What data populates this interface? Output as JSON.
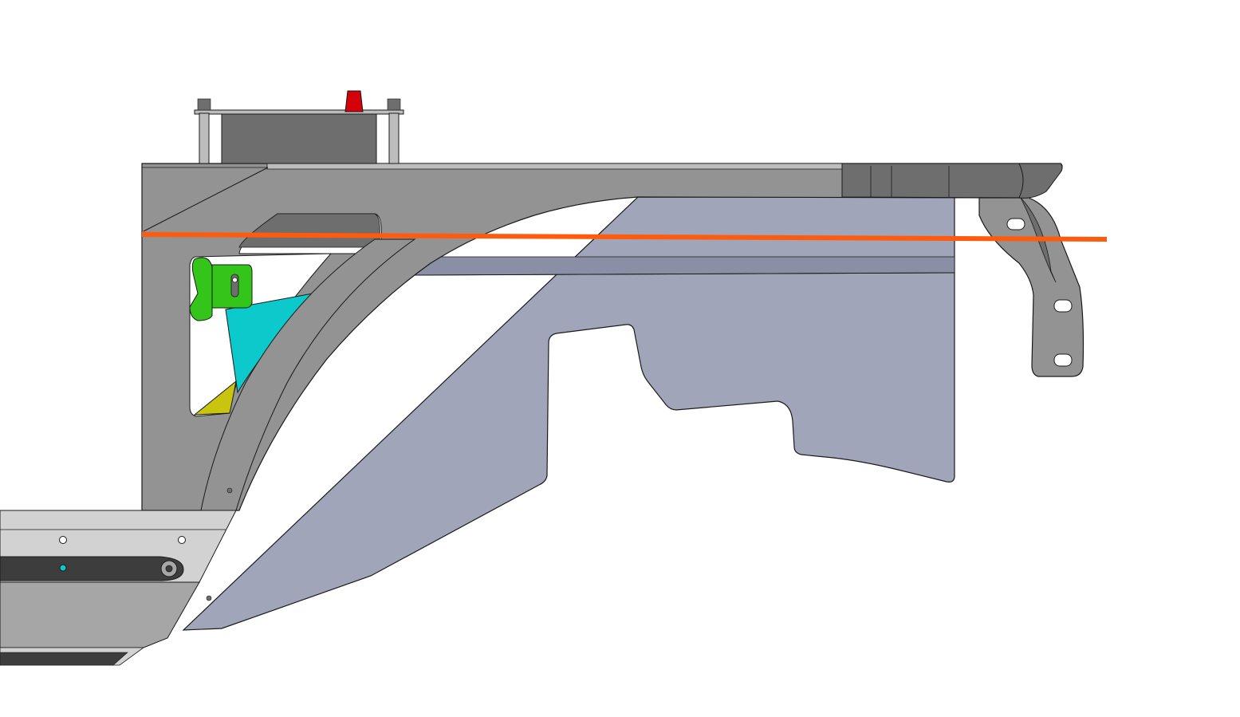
{
  "view": {
    "background": "#ffffff"
  },
  "colors": {
    "frame_gray": "#939393",
    "frame_dark": "#6e6e6e",
    "frame_light": "#bdbdbd",
    "panel_lavender": "#a0a5ba",
    "bracket_green": "#33c51a",
    "wedge_cyan": "#0ccacb",
    "wedge_yellow": "#c9c40e",
    "cap_red": "#d4000a",
    "reference_line": "#ff5a0d",
    "rail_light": "#d2d2d2",
    "rail_mid": "#a6a6a6",
    "rail_dark": "#3d3d3d",
    "outline": "#1a1a1a"
  },
  "parts": [
    {
      "name": "mounting-box",
      "icon": "box-icon"
    },
    {
      "name": "threaded-stud-left",
      "icon": "bolt-icon"
    },
    {
      "name": "threaded-stud-right",
      "icon": "bolt-icon"
    },
    {
      "name": "red-cap",
      "icon": "cap-icon"
    },
    {
      "name": "side-frame",
      "icon": "frame-icon"
    },
    {
      "name": "curved-arch",
      "icon": "arch-icon"
    },
    {
      "name": "lavender-panel",
      "icon": "panel-icon"
    },
    {
      "name": "green-bracket",
      "icon": "bracket-icon"
    },
    {
      "name": "cyan-wedge",
      "icon": "wedge-icon"
    },
    {
      "name": "yellow-wedge",
      "icon": "wedge-icon"
    },
    {
      "name": "hook-bracket",
      "icon": "hook-icon"
    },
    {
      "name": "lower-rail",
      "icon": "rail-icon"
    },
    {
      "name": "reference-line",
      "icon": "line-icon"
    }
  ]
}
